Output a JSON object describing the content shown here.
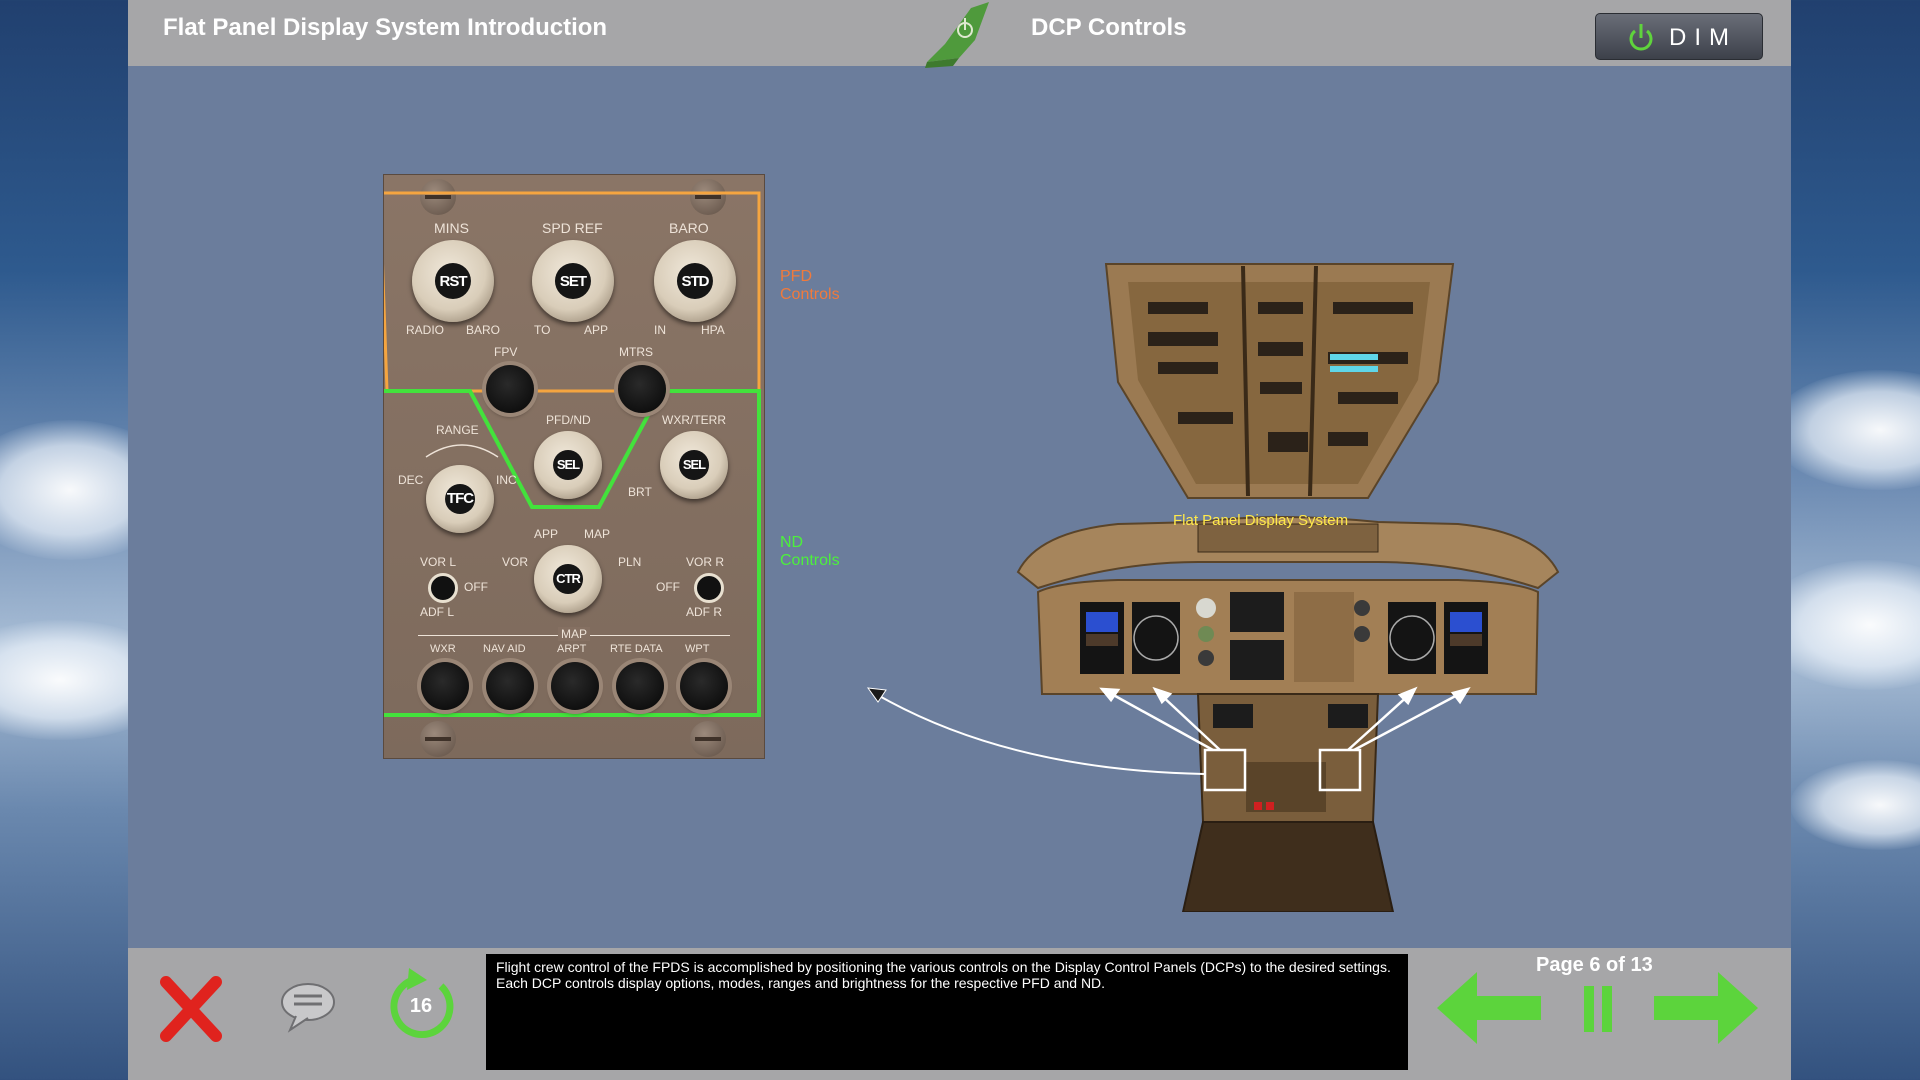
{
  "header": {
    "course_title": "Flat Panel Display System Introduction",
    "page_title": "DCP Controls",
    "dim_label": "DIM"
  },
  "dcp_panel": {
    "mins_label": "MINS",
    "mins_knob": "RST",
    "mins_left": "RADIO",
    "mins_right": "BARO",
    "spd_ref_label": "SPD REF",
    "spd_knob": "SET",
    "spd_left": "TO",
    "spd_right": "APP",
    "baro_label": "BARO",
    "baro_knob": "STD",
    "baro_left": "IN",
    "baro_right": "HPA",
    "fpv_label": "FPV",
    "mtrs_label": "MTRS",
    "range_label": "RANGE",
    "range_knob": "TFC",
    "range_dec": "DEC",
    "range_inc": "INC",
    "pfdnd_label": "PFD/ND",
    "pfdnd_knob": "SEL",
    "wxr_terr_label": "WXR/TERR",
    "wxr_knob": "SEL",
    "brt_label": "BRT",
    "mode_app": "APP",
    "mode_map": "MAP",
    "mode_vor": "VOR",
    "mode_pln": "PLN",
    "mode_knob": "CTR",
    "vor_l": "VOR L",
    "adf_l": "ADF L",
    "off_l": "OFF",
    "vor_r": "VOR R",
    "adf_r": "ADF R",
    "off_r": "OFF",
    "map_label": "MAP",
    "btn_wxr": "WXR",
    "btn_navaid": "NAV AID",
    "btn_arpt": "ARPT",
    "btn_rte": "RTE DATA",
    "btn_wpt": "WPT"
  },
  "annotations": {
    "pfd_line1": "PFD",
    "pfd_line2": "Controls",
    "nd_line1": "ND",
    "nd_line2": "Controls",
    "cockpit_label": "Flat Panel Display System"
  },
  "footer": {
    "caption_line1": "Flight crew control of the FPDS is accomplished by positioning the various controls on the Display Control Panels (DCPs) to the desired settings.",
    "caption_line2": "Each DCP controls display options, modes, ranges and brightness for the respective PFD and ND.",
    "replay_count": "16",
    "page_indicator": "Page 6 of 13"
  },
  "colors": {
    "pfd_highlight": "#f5a540",
    "nd_highlight": "#43e23c",
    "pfd_text": "#f07a3c",
    "nd_text": "#4cf03c",
    "close": "#e0231e",
    "nav_green": "#5cd43c"
  }
}
